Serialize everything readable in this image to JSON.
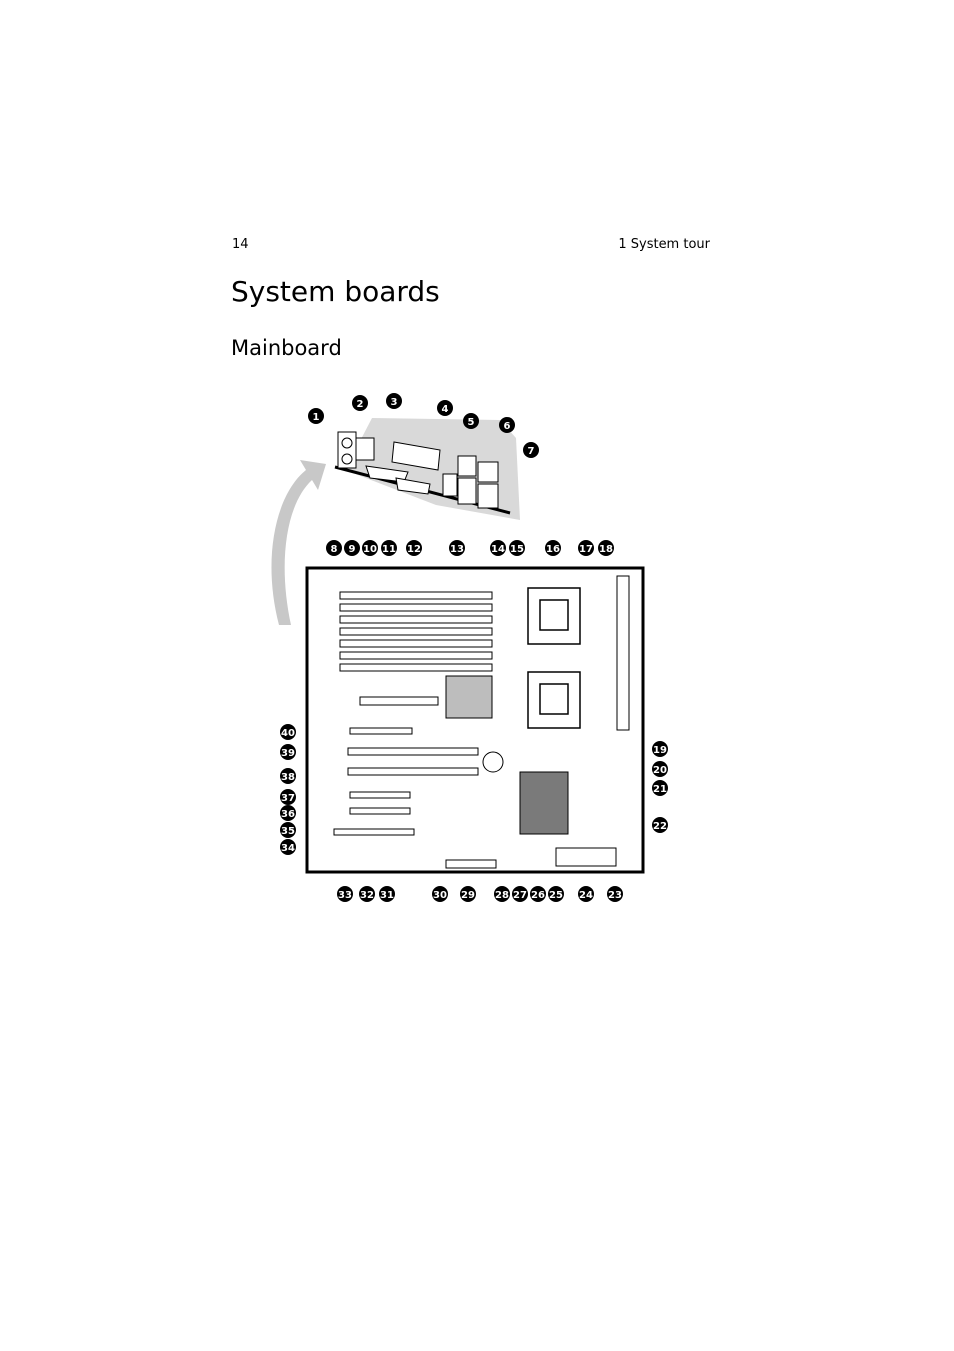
{
  "header": {
    "page_number": "14",
    "chapter": "1 System tour"
  },
  "title": "System boards",
  "subtitle": "Mainboard",
  "callouts": [
    "1",
    "2",
    "3",
    "4",
    "5",
    "6",
    "7",
    "8",
    "9",
    "10",
    "11",
    "12",
    "13",
    "14",
    "15",
    "16",
    "17",
    "18",
    "19",
    "20",
    "21",
    "22",
    "23",
    "24",
    "25",
    "26",
    "27",
    "28",
    "29",
    "30",
    "31",
    "32",
    "33",
    "34",
    "35",
    "36",
    "37",
    "38",
    "39",
    "40"
  ]
}
